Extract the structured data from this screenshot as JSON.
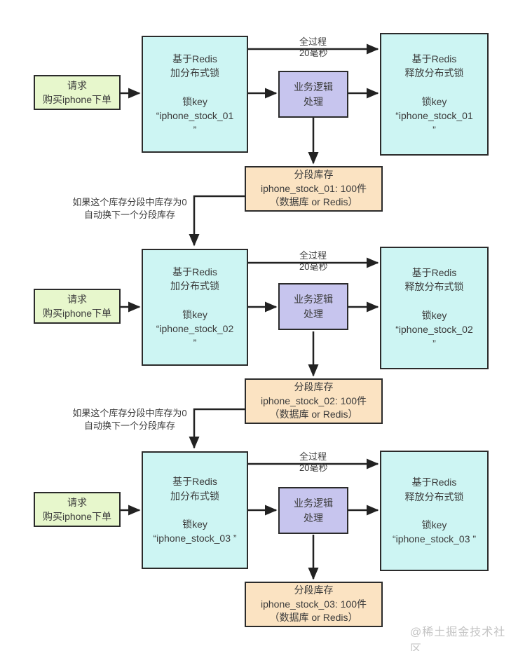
{
  "colors": {
    "request_box": "#e7f7cc",
    "lock_box": "#cdf5f3",
    "process_box": "#c7c5ee",
    "stock_box": "#fbe3c2",
    "border": "#2b2b2b",
    "arrow": "#222222",
    "text": "#3b3b3b",
    "watermark_text": "#c4c4c4"
  },
  "watermark": "@稀土掘金技术社区",
  "sections": [
    {
      "request": "请求\n购买iphone下单",
      "acquire_lock": "基于Redis\n加分布式锁\n\n锁key\n“iphone_stock_01\n”",
      "business": "业务逻辑\n处理",
      "release_lock": "基于Redis\n释放分布式锁\n\n锁key\n“iphone_stock_01\n”",
      "duration": "全过程\n20毫秒",
      "stock": "分段库存\niphone_stock_01: 100件\n（数据库 or Redis）",
      "fallback_note": "如果这个库存分段中库存为0\n自动换下一个分段库存"
    },
    {
      "request": "请求\n购买iphone下单",
      "acquire_lock": "基于Redis\n加分布式锁\n\n锁key\n“iphone_stock_02\n”",
      "business": "业务逻辑\n处理",
      "release_lock": "基于Redis\n释放分布式锁\n\n锁key\n“iphone_stock_02\n”",
      "duration": "全过程\n20毫秒",
      "stock": "分段库存\niphone_stock_02: 100件\n（数据库 or Redis）",
      "fallback_note": "如果这个库存分段中库存为0\n自动换下一个分段库存"
    },
    {
      "request": "请求\n购买iphone下单",
      "acquire_lock": "基于Redis\n加分布式锁\n\n锁key\n“iphone_stock_03 ”",
      "business": "业务逻辑\n处理",
      "release_lock": "基于Redis\n释放分布式锁\n\n锁key\n“iphone_stock_03 ”",
      "duration": "全过程\n20毫秒",
      "stock": "分段库存\niphone_stock_03: 100件\n（数据库 or Redis）"
    }
  ]
}
